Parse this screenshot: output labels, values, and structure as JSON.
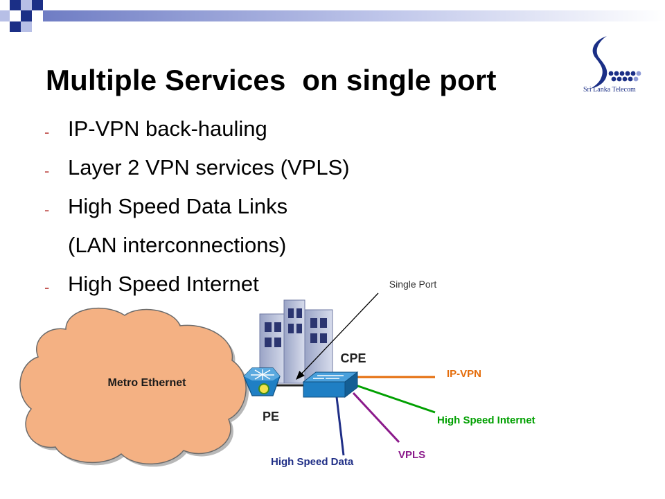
{
  "slide": {
    "title": "Multiple Services  on single port",
    "bullets": [
      {
        "marker": "-",
        "text": "IP-VPN back-hauling"
      },
      {
        "marker": "-",
        "text": "Layer 2 VPN services (VPLS)"
      },
      {
        "marker": "-",
        "text": "High Speed Data Links"
      },
      {
        "marker": "",
        "text": "(LAN interconnections)"
      },
      {
        "marker": "-",
        "text": "High Speed Internet"
      }
    ],
    "logo_text": "Sri Lanka Telecom"
  },
  "diagram": {
    "cloud_label": "Metro Ethernet",
    "pe_label": "PE",
    "cpe_label": "CPE",
    "single_port_label": "Single Port",
    "links": [
      {
        "name": "IP-VPN",
        "color": "#e46c0a"
      },
      {
        "name": "High Speed Internet",
        "color": "#00a000"
      },
      {
        "name": "VPLS",
        "color": "#8b1a8b"
      },
      {
        "name": "High Speed Data",
        "color": "#1f2e86"
      }
    ]
  },
  "colors": {
    "accent_navy": "#1b2f86",
    "accent_lavender": "#b7bfe6",
    "cloud_fill": "#f4b183",
    "device_blue": "#1f7fc4",
    "dash_red": "#c0504d"
  }
}
